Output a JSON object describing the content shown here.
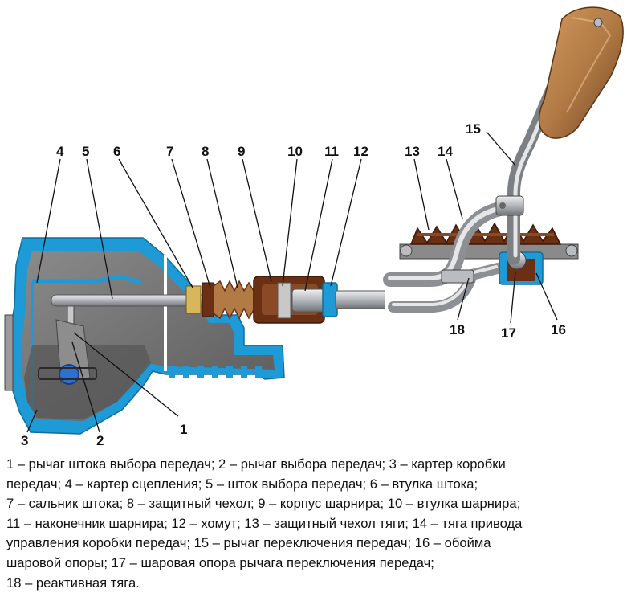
{
  "callouts": {
    "c1": "1",
    "c2": "2",
    "c3": "3",
    "c4": "4",
    "c5": "5",
    "c6": "6",
    "c7": "7",
    "c8": "8",
    "c9": "9",
    "c10": "10",
    "c11": "11",
    "c12": "12",
    "c13": "13",
    "c14": "14",
    "c15": "15",
    "c16": "16",
    "c17": "17",
    "c18": "18"
  },
  "caption_lines": [
    "1 – рычаг штока выбора передач; 2 – рычаг выбора передач; 3 – картер коробки",
    "передач; 4 – картер сцепления; 5 – шток выбора передач; 6 – втулка штока;",
    "7 – сальник штока; 8 – защитный чехол; 9 – корпус шарнира; 10 – втулка шарнира;",
    "11 – наконечник шарнира; 12 – хомут; 13 – защитный чехол тяги; 14 – тяга привода",
    "управления коробки передач; 15 – рычаг переключения передач; 16 – обойма",
    "шаровой опоры; 17 – шаровая опора рычага переключения передач;",
    "18 – реактивная тяга."
  ],
  "colors": {
    "housing_outline": "#1e9ad6",
    "housing_fill": "#6e6e6e",
    "boot_brown": "#6b2f14",
    "knob_tan": "#b27a45",
    "rod_steel": "#b9bcc0",
    "text": "#111111"
  }
}
